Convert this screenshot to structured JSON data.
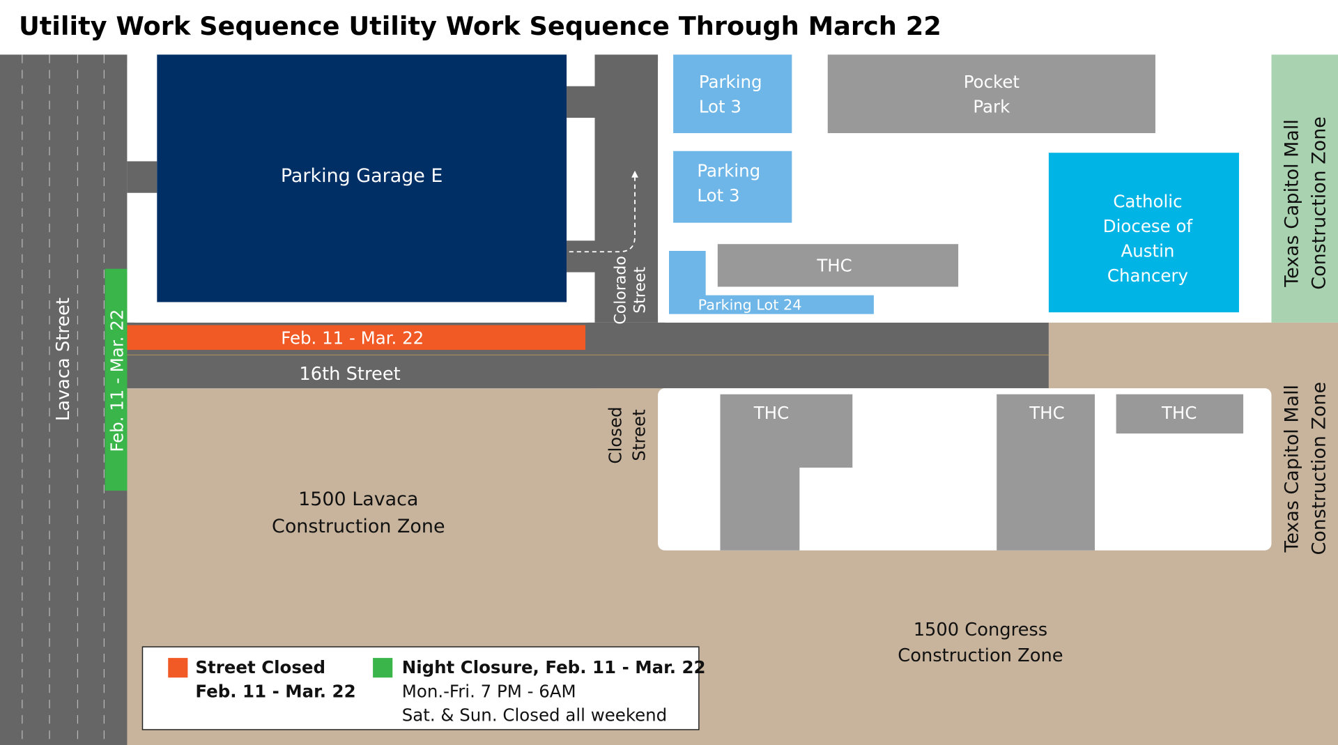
{
  "title": "Utility Work Sequence Utility Work Sequence Through March 22",
  "colors": {
    "road": "#666666",
    "construction": "#c8b49c",
    "garage": "#002f66",
    "parking_lot": "#6db6e7",
    "chancery": "#00b5e6",
    "building_gray": "#999999",
    "capitol_zone": "#a9d3b0",
    "street_closed": "#f15a25",
    "night_closure": "#3ab54a"
  },
  "streets": {
    "lavaca": "Lavaca Street",
    "sixteenth": "16th Street",
    "colorado_line1": "Colorado",
    "colorado_line2": "Street",
    "closed_line1": "Closed",
    "closed_line2": "Street"
  },
  "buildings": {
    "garage": "Parking Garage E",
    "lot3_a_line1": "Parking",
    "lot3_a_line2": "Lot 3",
    "lot3_b_line1": "Parking",
    "lot3_b_line2": "Lot 3",
    "pocket_line1": "Pocket",
    "pocket_line2": "Park",
    "chancery_line1": "Catholic",
    "chancery_line2": "Diocese of",
    "chancery_line3": "Austin",
    "chancery_line4": "Chancery",
    "thc": "THC",
    "lot24": "Parking Lot 24",
    "thc_1": "THC",
    "thc_2": "THC",
    "thc_3": "THC"
  },
  "zones": {
    "lavaca_zone_line1": "1500 Lavaca",
    "lavaca_zone_line2": "Construction Zone",
    "congress_zone_line1": "1500 Congress",
    "congress_zone_line2": "Construction Zone",
    "capitol_top_line1": "Texas Capitol Mall",
    "capitol_top_line2": "Construction Zone",
    "capitol_bottom_line1": "Texas Capitol Mall",
    "capitol_bottom_line2": "Construction Zone"
  },
  "closures": {
    "street_closed_label": "Feb. 11 - Mar. 22",
    "night_closure_label": "Feb. 11 - Mar. 22"
  },
  "legend": {
    "closed_line1": "Street Closed",
    "closed_line2": "Feb. 11 - Mar. 22",
    "night_line1": "Night Closure, Feb. 11 - Mar. 22",
    "night_line2": "Mon.-Fri. 7 PM - 6AM",
    "night_line3": "Sat. & Sun. Closed all weekend"
  }
}
